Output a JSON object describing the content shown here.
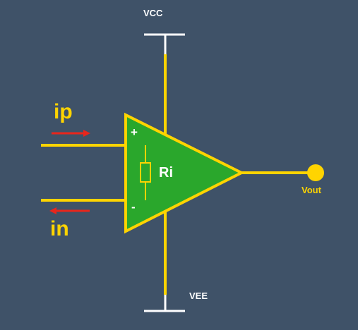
{
  "labels": {
    "vcc": "VCC",
    "vee": "VEE",
    "vout": "Vout",
    "ip": "ip",
    "in": "in",
    "ri": "Ri",
    "plus": "+",
    "minus": "-"
  },
  "colors": {
    "background": "#3f5268",
    "wire": "#ffd400",
    "amplifier_fill": "#2aa72c",
    "current_arrow": "#e8261c",
    "rail_bar": "#ffffff"
  }
}
